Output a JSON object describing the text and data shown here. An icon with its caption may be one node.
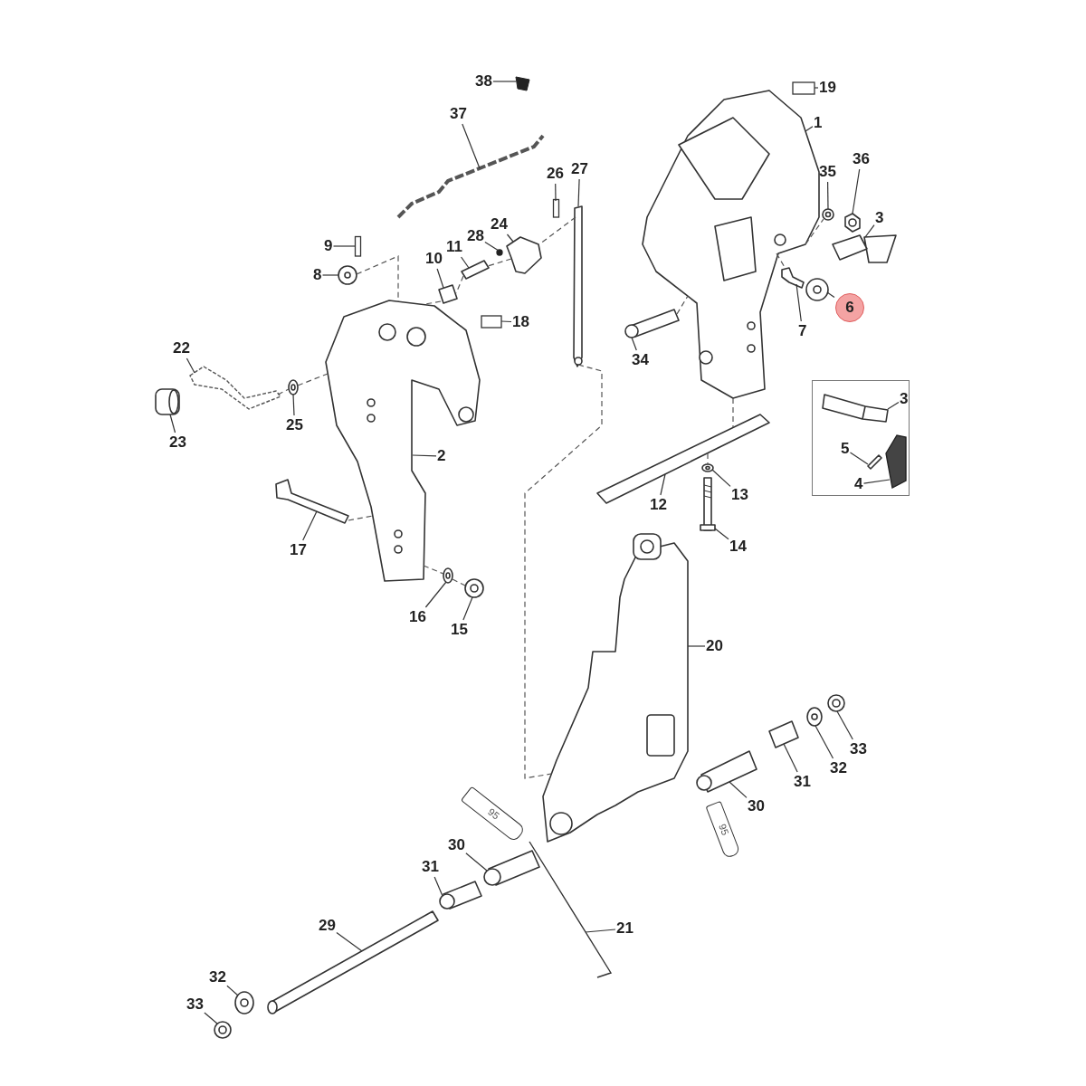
{
  "diagram": {
    "nodes": [
      {
        "text": [
          "38"
        ]
      },
      {
        "text": [
          "19"
        ]
      },
      {
        "text": [
          "1"
        ]
      },
      {
        "text": [
          "37"
        ]
      },
      {
        "text": [
          "27"
        ]
      },
      {
        "text": [
          "35"
        ]
      },
      {
        "text": [
          "36"
        ]
      },
      {
        "text": [
          "26"
        ]
      },
      {
        "text": [
          "3"
        ]
      },
      {
        "text": [
          "24"
        ]
      },
      {
        "text": [
          "28"
        ]
      },
      {
        "text": [
          "9"
        ]
      },
      {
        "text": [
          "11"
        ]
      },
      {
        "text": [
          "10"
        ]
      },
      {
        "text": [
          "8"
        ]
      },
      {
        "text": [
          "6"
        ]
      },
      {
        "text": [
          "7"
        ]
      },
      {
        "text": [
          "18"
        ]
      },
      {
        "text": [
          "34"
        ]
      },
      {
        "text": [
          "22"
        ]
      },
      {
        "text": [],
        "shape": "box"
      },
      {
        "text": [
          "3"
        ],
        "in": 20
      },
      {
        "text": [
          "5"
        ],
        "in": 20
      },
      {
        "text": [
          "4"
        ],
        "in": 20
      },
      {
        "text": [
          "23"
        ]
      },
      {
        "text": [
          "25"
        ]
      },
      {
        "text": [
          "2"
        ]
      },
      {
        "text": [
          "12"
        ]
      },
      {
        "text": [
          "13"
        ]
      },
      {
        "text": [
          "17"
        ]
      },
      {
        "text": [
          "14"
        ]
      },
      {
        "text": [
          "16"
        ]
      },
      {
        "text": [
          "15"
        ]
      },
      {
        "text": [
          "20"
        ]
      },
      {
        "text": [
          "33"
        ]
      },
      {
        "text": [
          "32"
        ]
      },
      {
        "text": [
          "31"
        ]
      },
      {
        "text": [
          "30"
        ]
      },
      {
        "text": [
          "30"
        ]
      },
      {
        "text": [
          "31"
        ]
      },
      {
        "text": [
          "21"
        ]
      },
      {
        "text": [
          "29"
        ]
      },
      {
        "text": [
          "32"
        ]
      },
      {
        "text": [
          "33"
        ]
      },
      {
        "text": [],
        "shape": "picture"
      },
      {
        "text": [],
        "shape": "box"
      },
      {
        "text": [],
        "shape": "picture"
      },
      {
        "text": [],
        "shape": "picture"
      },
      {
        "text": [],
        "shape": "picture"
      },
      {
        "text": [],
        "shape": "picture"
      },
      {
        "text": [],
        "shape": "picture"
      },
      {
        "text": [],
        "shape": "bar"
      },
      {
        "text": [],
        "shape": "picture"
      },
      {
        "text": [],
        "shape": "picture"
      },
      {
        "text": [],
        "shape": "circle"
      },
      {
        "text": [],
        "shape": "bar"
      },
      {
        "text": [],
        "shape": "picture"
      },
      {
        "text": [],
        "shape": "picture"
      },
      {
        "text": [],
        "shape": "picture"
      },
      {
        "text": [],
        "shape": "picture"
      },
      {
        "text": [],
        "shape": "picture"
      },
      {
        "text": [],
        "shape": "box"
      },
      {
        "text": [],
        "shape": "picture"
      },
      {
        "text": [],
        "shape": "picture"
      },
      {
        "text": [],
        "shape": "picture",
        "in": 20
      },
      {
        "text": [],
        "shape": "picture",
        "in": 20
      },
      {
        "text": [],
        "shape": "picture",
        "in": 20
      },
      {
        "text": [],
        "shape": "picture"
      },
      {
        "text": [],
        "shape": "picture"
      },
      {
        "text": [],
        "shape": "picture"
      },
      {
        "text": [],
        "shape": "picture"
      },
      {
        "text": [],
        "shape": "picture"
      },
      {
        "text": [],
        "shape": "picture"
      },
      {
        "text": [],
        "shape": "picture"
      },
      {
        "text": [],
        "shape": "picture"
      },
      {
        "text": [],
        "shape": "picture"
      },
      {
        "text": [],
        "shape": "picture"
      },
      {
        "text": [],
        "shape": "picture"
      },
      {
        "text": [],
        "shape": "picture"
      },
      {
        "text": [],
        "shape": "picture"
      },
      {
        "text": [],
        "shape": "picture"
      },
      {
        "text": [],
        "shape": "picture"
      },
      {
        "text": [],
        "shape": "picture"
      },
      {
        "text": [],
        "shape": "picture"
      },
      {
        "text": [],
        "shape": "picture"
      },
      {
        "text": [],
        "shape": "picture"
      },
      {
        "text": [],
        "shape": "picture"
      },
      {
        "text": [
          "95"
        ]
      },
      {
        "text": [
          "95"
        ]
      }
    ],
    "edges": [
      {
        "from": 0,
        "to": 44,
        "arrow": "none"
      },
      {
        "from": 1,
        "to": 45,
        "arrow": "none"
      },
      {
        "from": 2,
        "to": 46,
        "arrow": "none"
      },
      {
        "from": 3,
        "to": 47,
        "arrow": "none"
      },
      {
        "from": 4,
        "to": 48,
        "arrow": "none"
      },
      {
        "from": 5,
        "to": 49,
        "arrow": "none"
      },
      {
        "from": 6,
        "to": 50,
        "arrow": "none"
      },
      {
        "from": 7,
        "to": 51,
        "arrow": "none"
      },
      {
        "from": 8,
        "to": 52,
        "arrow": "none"
      },
      {
        "from": 9,
        "to": 53,
        "arrow": "none"
      },
      {
        "from": 10,
        "to": 54,
        "arrow": "none"
      },
      {
        "from": 11,
        "to": 55,
        "arrow": "none"
      },
      {
        "from": 12,
        "to": 56,
        "arrow": "none"
      },
      {
        "from": 13,
        "to": 57,
        "arrow": "none"
      },
      {
        "from": 14,
        "to": 58,
        "arrow": "none"
      },
      {
        "from": 15,
        "to": 59,
        "arrow": "none"
      },
      {
        "from": 16,
        "to": 60,
        "arrow": "none"
      },
      {
        "from": 17,
        "to": 61,
        "arrow": "none"
      },
      {
        "from": 18,
        "to": 62,
        "arrow": "none"
      },
      {
        "from": 19,
        "to": 63,
        "arrow": "none"
      },
      {
        "from": 21,
        "to": 64,
        "arrow": "none"
      },
      {
        "from": 22,
        "to": 65,
        "arrow": "none"
      },
      {
        "from": 23,
        "to": 66,
        "arrow": "none"
      },
      {
        "from": 24,
        "to": 67,
        "arrow": "none"
      },
      {
        "from": 25,
        "to": 68,
        "arrow": "none"
      },
      {
        "from": 26,
        "to": 69,
        "arrow": "none"
      },
      {
        "from": 27,
        "to": 70,
        "arrow": "none"
      },
      {
        "from": 28,
        "to": 71,
        "arrow": "none"
      },
      {
        "from": 29,
        "to": 72,
        "arrow": "none"
      },
      {
        "from": 30,
        "to": 73,
        "arrow": "none"
      },
      {
        "from": 31,
        "to": 74,
        "arrow": "none"
      },
      {
        "from": 32,
        "to": 75,
        "arrow": "none"
      },
      {
        "from": 33,
        "to": 76,
        "arrow": "none"
      },
      {
        "from": 34,
        "to": 77,
        "arrow": "none"
      },
      {
        "from": 35,
        "to": 78,
        "arrow": "none"
      },
      {
        "from": 36,
        "to": 79,
        "arrow": "none"
      },
      {
        "from": 37,
        "to": 80,
        "arrow": "none"
      },
      {
        "from": 38,
        "to": 81,
        "arrow": "none"
      },
      {
        "from": 39,
        "to": 82,
        "arrow": "none"
      },
      {
        "from": 40,
        "to": 83,
        "arrow": "none"
      },
      {
        "from": 41,
        "to": 84,
        "arrow": "none"
      },
      {
        "from": 42,
        "to": 85,
        "arrow": "none"
      },
      {
        "from": 43,
        "to": 86,
        "arrow": "none"
      },
      {
        "from": 58,
        "to": 69,
        "arrow": "none",
        "style": "dashed"
      },
      {
        "from": 48,
        "to": 53,
        "arrow": "none",
        "style": "dashed"
      },
      {
        "from": 53,
        "to": 56,
        "arrow": "none",
        "style": "dashed"
      },
      {
        "from": 56,
        "to": 57,
        "arrow": "none",
        "style": "dashed"
      },
      {
        "from": 57,
        "to": 69,
        "arrow": "none",
        "style": "dashed"
      },
      {
        "from": 63,
        "to": 68,
        "arrow": "none",
        "style": "dashed"
      },
      {
        "from": 68,
        "to": 69,
        "arrow": "none",
        "style": "dashed"
      },
      {
        "from": 72,
        "to": 69,
        "arrow": "none",
        "style": "dashed"
      },
      {
        "from": 69,
        "to": 74,
        "arrow": "none",
        "style": "dashed"
      },
      {
        "from": 74,
        "to": 75,
        "arrow": "none",
        "style": "dashed"
      },
      {
        "from": 48,
        "to": 76,
        "arrow": "none",
        "style": "dashed"
      },
      {
        "from": 62,
        "to": 46,
        "arrow": "none",
        "style": "dashed"
      },
      {
        "from": 46,
        "to": 49,
        "arrow": "none",
        "style": "dashed"
      },
      {
        "from": 46,
        "to": 60,
        "arrow": "none",
        "style": "dashed"
      },
      {
        "from": 46,
        "to": 70,
        "arrow": "none",
        "style": "dashed"
      },
      {
        "from": 70,
        "to": 71,
        "arrow": "none",
        "style": "dashed"
      }
    ]
  }
}
